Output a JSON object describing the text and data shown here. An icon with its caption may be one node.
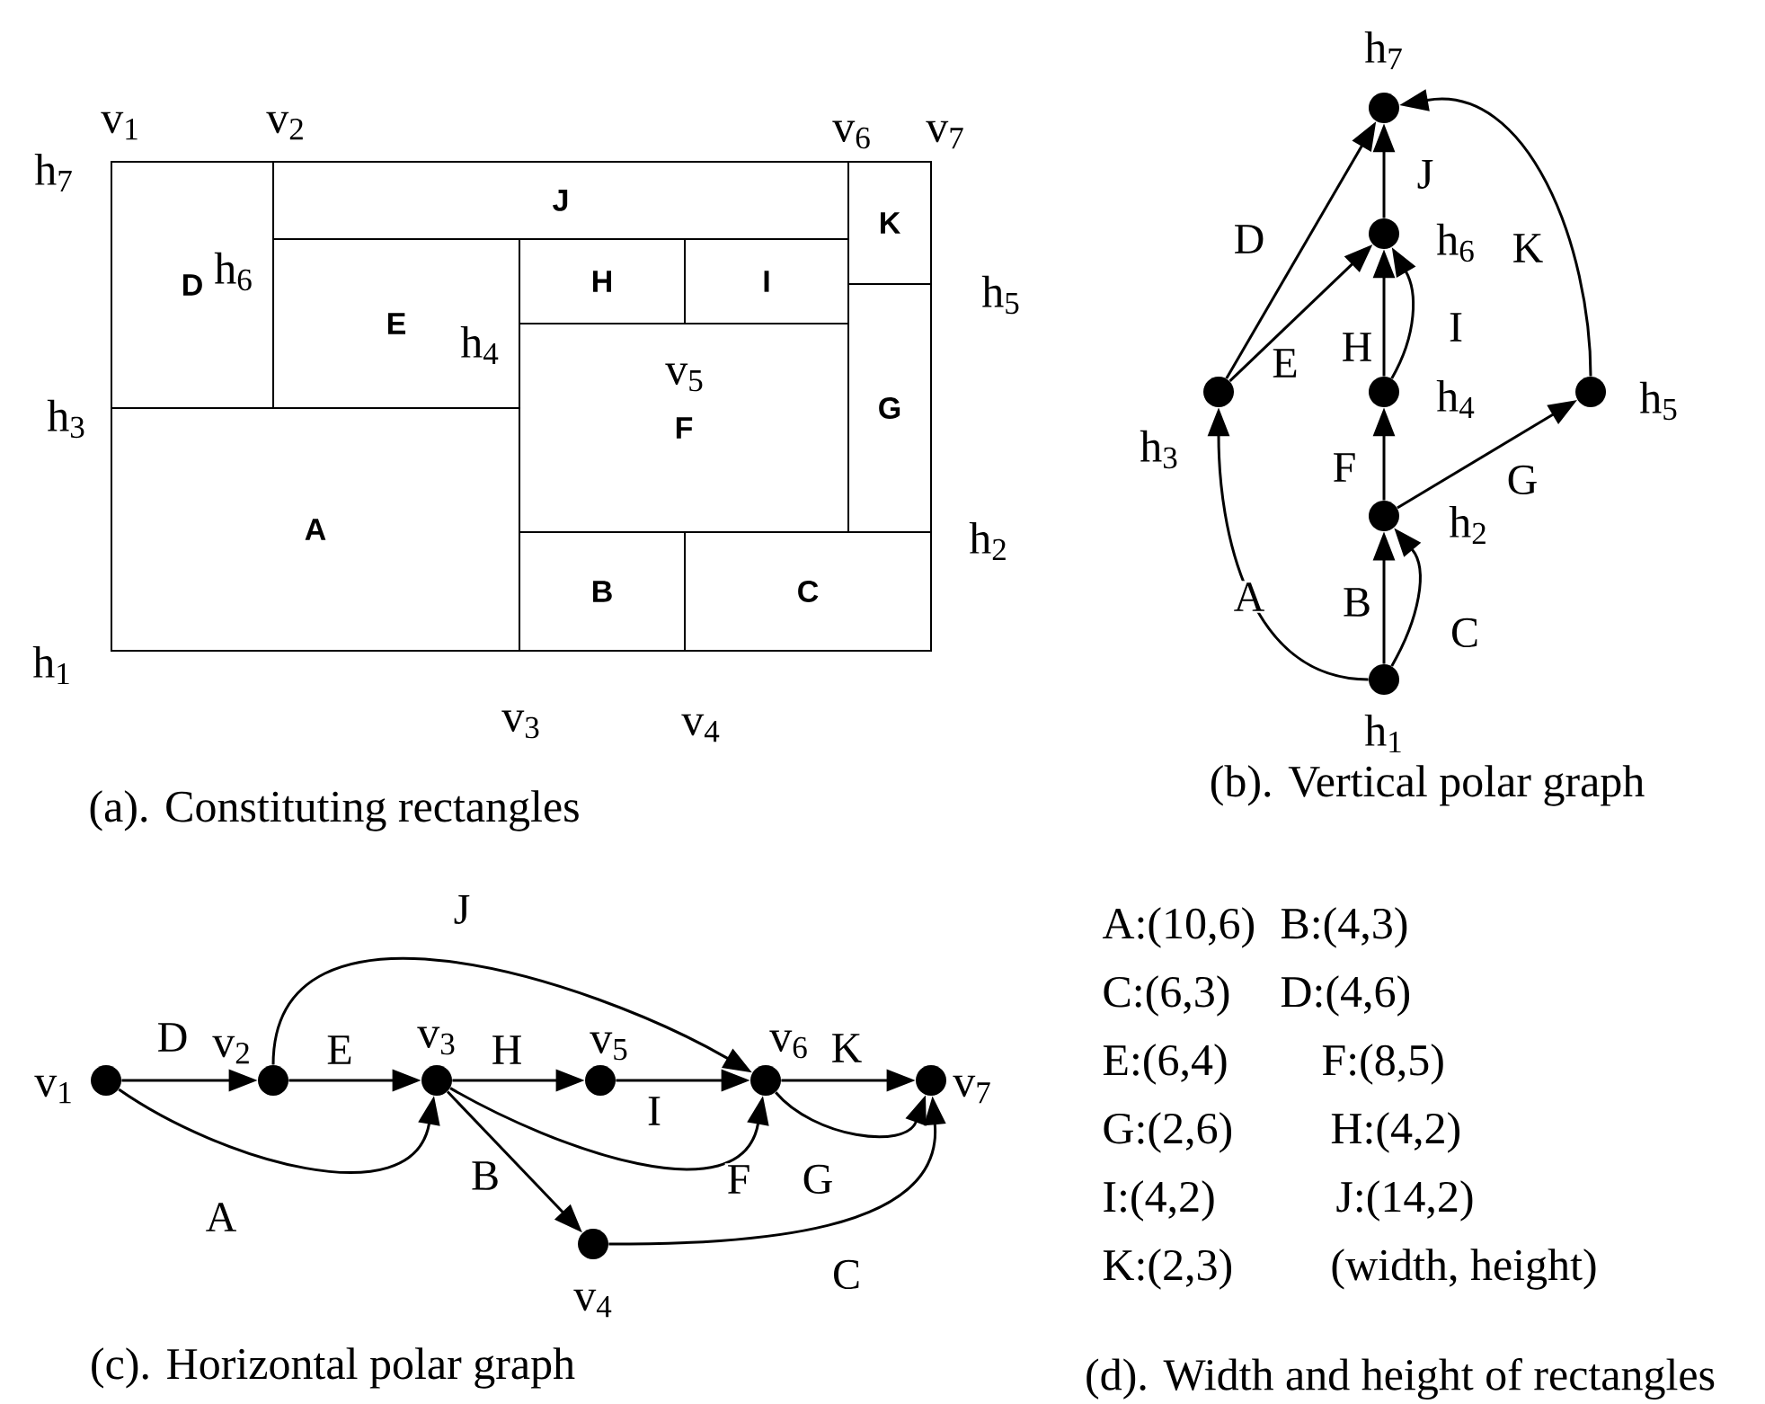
{
  "diagram": {
    "nodes": [
      {
        "text": [
          "D"
        ]
      },
      {
        "text": [
          "J"
        ]
      },
      {
        "text": [
          "K"
        ]
      },
      {
        "text": [
          "E"
        ]
      },
      {
        "text": [
          "H"
        ]
      },
      {
        "text": [
          "I"
        ]
      },
      {
        "text": [
          "F"
        ]
      },
      {
        "text": [
          "G"
        ]
      },
      {
        "text": [
          "A"
        ]
      },
      {
        "text": [
          "B"
        ]
      },
      {
        "text": [
          "C"
        ]
      },
      {
        "text": [],
        "shape": "circle",
        "beside": [
          "h$_{7}$"
        ]
      },
      {
        "text": [],
        "shape": "circle",
        "beside": [
          "h$_{6}$"
        ]
      },
      {
        "text": [],
        "shape": "circle",
        "beside": [
          "h$_{3}$"
        ]
      },
      {
        "text": [],
        "shape": "circle",
        "beside": [
          "h$_{4}$"
        ]
      },
      {
        "text": [],
        "shape": "circle",
        "beside": [
          "h$_{5}$"
        ]
      },
      {
        "text": [],
        "shape": "circle",
        "beside": [
          "h$_{2}$"
        ]
      },
      {
        "text": [],
        "shape": "circle",
        "beside": [
          "h$_{1}$"
        ]
      },
      {
        "text": [],
        "shape": "circle",
        "beside": [
          "v$_{1}$"
        ]
      },
      {
        "text": [],
        "shape": "circle",
        "beside": [
          "v$_{2}$"
        ]
      },
      {
        "text": [],
        "shape": "circle",
        "beside": [
          "v$_{3}$"
        ]
      },
      {
        "text": [],
        "shape": "circle",
        "beside": [
          "v$_{5}$"
        ]
      },
      {
        "text": [],
        "shape": "circle",
        "beside": [
          "v$_{6}$"
        ]
      },
      {
        "text": [],
        "shape": "circle",
        "beside": [
          "v$_{7}$"
        ]
      },
      {
        "text": [],
        "shape": "circle",
        "beside": [
          "v$_{4}$"
        ]
      }
    ],
    "edges": [
      {
        "from": 17,
        "to": 13,
        "arrow": "to",
        "label": "A"
      },
      {
        "from": 17,
        "to": 16,
        "arrow": "to",
        "label": "B"
      },
      {
        "from": 17,
        "to": 16,
        "arrow": "to",
        "label": "C"
      },
      {
        "from": 13,
        "to": 11,
        "arrow": "to",
        "label": "D"
      },
      {
        "from": 13,
        "to": 12,
        "arrow": "to",
        "label": "E"
      },
      {
        "from": 16,
        "to": 14,
        "arrow": "to",
        "label": "F"
      },
      {
        "from": 16,
        "to": 15,
        "arrow": "to",
        "label": "G"
      },
      {
        "from": 14,
        "to": 12,
        "arrow": "to",
        "label": "H"
      },
      {
        "from": 14,
        "to": 12,
        "arrow": "to",
        "label": "I"
      },
      {
        "from": 12,
        "to": 11,
        "arrow": "to",
        "label": "J"
      },
      {
        "from": 15,
        "to": 11,
        "arrow": "to",
        "label": "K"
      },
      {
        "from": 18,
        "to": 20,
        "arrow": "to",
        "label": "A"
      },
      {
        "from": 20,
        "to": 24,
        "arrow": "to",
        "label": "B"
      },
      {
        "from": 24,
        "to": 23,
        "arrow": "to",
        "label": "C"
      },
      {
        "from": 18,
        "to": 19,
        "arrow": "to",
        "label": "D"
      },
      {
        "from": 19,
        "to": 20,
        "arrow": "to",
        "label": "E"
      },
      {
        "from": 20,
        "to": 22,
        "arrow": "to",
        "label": "F"
      },
      {
        "from": 22,
        "to": 23,
        "arrow": "to",
        "label": "G"
      },
      {
        "from": 20,
        "to": 21,
        "arrow": "to",
        "label": "H"
      },
      {
        "from": 21,
        "to": 22,
        "arrow": "to",
        "label": "I"
      },
      {
        "from": 19,
        "to": 22,
        "arrow": "to",
        "label": "J"
      },
      {
        "from": 22,
        "to": 23,
        "arrow": "to",
        "label": "K"
      }
    ],
    "labels": [
      "v$_{1}$",
      "v$_{2}$",
      "v$_{6}$",
      "v$_{7}$",
      "h$_{7}$",
      "h$_{6}$",
      "h$_{5}$",
      "h$_{4}$",
      "v$_{5}$",
      "h$_{3}$",
      "h$_{2}$",
      "h$_{1}$",
      "v$_{3}$",
      "v$_{4}$",
      "(a). Constituting rectangles",
      "(b). Vertical polar graph",
      "A:(10,6)",
      "B:(4,3)",
      "C:(6,3)",
      "D:(4,6)",
      "E:(6,4)",
      "F:(8,5)",
      "G:(2,6)",
      "H:(4,2)",
      "I:(4,2)",
      "J:(14,2)",
      "K:(2,3)",
      "(width, height)",
      "(c). Horizontal polar graph",
      "(d). Width and height of rectangles"
    ]
  }
}
